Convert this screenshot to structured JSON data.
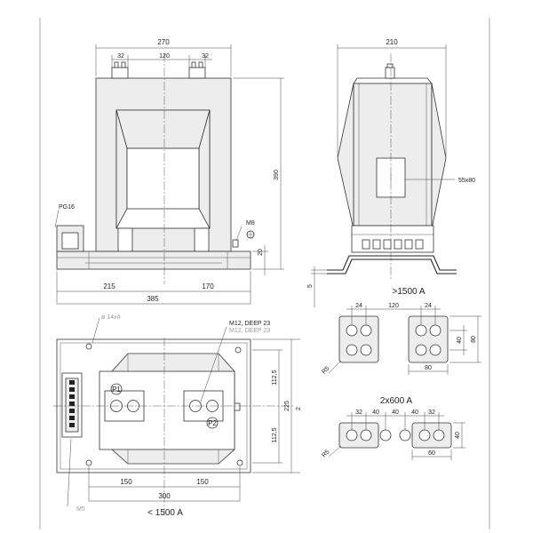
{
  "front_view": {
    "dim_total_width": "270",
    "dim_terminal_width": "32",
    "dim_terminal_spacing": "120",
    "dim_height": "390",
    "dim_base_height": "20",
    "dim_left": "215",
    "dim_right": "170",
    "dim_base_length": "385",
    "label_gland": "PG16",
    "label_earth_bolt": "M8"
  },
  "side_view": {
    "dim_width": "210",
    "label_window": "55x80",
    "dim_foot": "5"
  },
  "plan_view": {
    "label_mount_holes": "ø 14x4",
    "label_terminal_thread": "M12, DEEP 23",
    "label_terminal_thread_faint": "M12, DEEP 23",
    "label_primary_1": "P1",
    "label_primary_2": "P2",
    "dim_half_1": "112,5",
    "dim_half_2": "112,5",
    "dim_total_depth": "225",
    "dim_side_note": "2",
    "dim_hole_left": "150",
    "dim_hole_right": "150",
    "dim_hole_total": "300",
    "label_earth_bottom": "M5",
    "title_below": "< 1500 A"
  },
  "detail_over_1500": {
    "title": ">1500 A",
    "dim_24_left": "24",
    "dim_spacing": "120",
    "dim_24_right": "24",
    "dim_40": "40",
    "dim_80_side": "80",
    "dim_80_bottom": "80",
    "dim_radius": "R5"
  },
  "detail_2x600": {
    "title": "2x600 A",
    "dim_32_left": "32",
    "dim_40_1": "40",
    "dim_40_2": "40",
    "dim_40_3": "40",
    "dim_32_right": "32",
    "dim_height": "40",
    "dim_60": "60",
    "dim_radius": "R5"
  }
}
